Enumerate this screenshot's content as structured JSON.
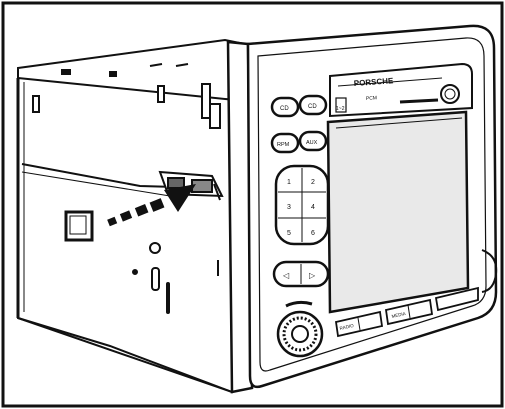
{
  "diagram": {
    "brand_text": "PORSCHE",
    "sub_text": "PCM",
    "panel_labels": {
      "top_left_a": "CD",
      "top_left_b": "CD",
      "mid_left_a": "RPM",
      "mid_left_b": "AUX",
      "right_small": "1~2",
      "num_1": "1",
      "num_2": "2",
      "num_3": "3",
      "num_4": "4",
      "num_5": "5",
      "num_6": "6",
      "btm_left": "◁",
      "btm_right": "▷",
      "bar_a": "RADIO",
      "bar_b": "MEDIA"
    },
    "colors": {
      "line": "#111111",
      "fill": "#ffffff",
      "screen": "#e9e9e9",
      "arrow": "#111111"
    }
  }
}
